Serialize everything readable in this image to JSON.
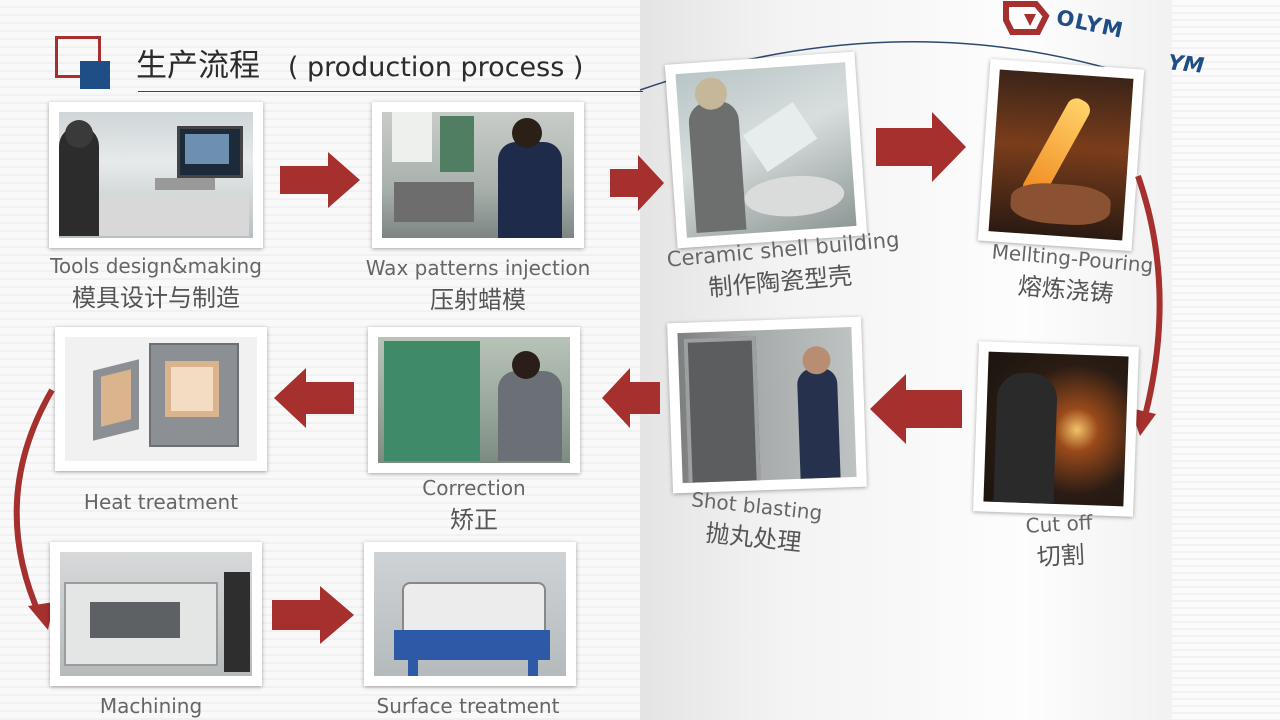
{
  "header": {
    "title": "生产流程",
    "subtitle": "( production process )",
    "brand": "OLYM",
    "brand_partial": "YM"
  },
  "colors": {
    "arrow": "#a5302e",
    "logo_red": "#a5302e",
    "logo_blue": "#1f4d86",
    "title_line": "#2c4a70"
  },
  "steps": [
    {
      "en": "Tools design&making",
      "zh": "模具设计与制造"
    },
    {
      "en": "Wax patterns injection",
      "zh": "压射蜡模"
    },
    {
      "en": "Ceramic shell building",
      "zh": "制作陶瓷型壳"
    },
    {
      "en": "Mellting-Pouring",
      "zh": "熔炼浇铸"
    },
    {
      "en": "Cut off",
      "zh": "切割"
    },
    {
      "en": "Shot blasting",
      "zh": "抛丸处理"
    },
    {
      "en": "Correction",
      "zh": "矫正"
    },
    {
      "en": "Heat treatment",
      "zh": ""
    },
    {
      "en": "Machining",
      "zh": ""
    },
    {
      "en": "Surface treatment",
      "zh": ""
    }
  ]
}
